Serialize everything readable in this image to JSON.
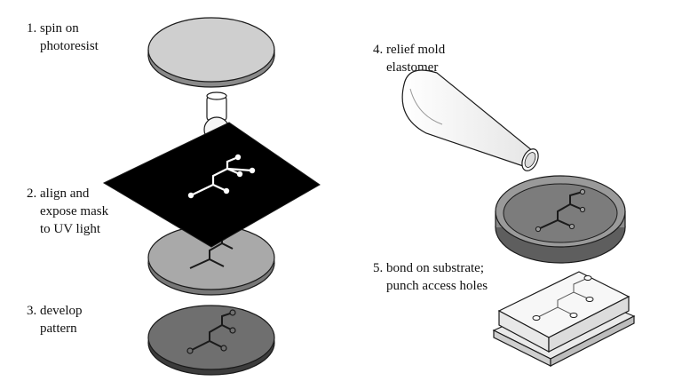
{
  "steps": [
    {
      "number": "1.",
      "text": "spin on\nphotoresist"
    },
    {
      "number": "2.",
      "text": "align and\nexpose mask\nto UV light"
    },
    {
      "number": "3.",
      "text": "develop\npattern"
    },
    {
      "number": "4.",
      "text": "relief mold\nelastomer"
    },
    {
      "number": "5.",
      "text": "bond on substrate;\npunch access holes"
    }
  ],
  "labels": {
    "step1": "1. spin on\n    photoresist",
    "step2": "2. align and\n    expose mask\n    to UV light",
    "step3": "3. develop\n    pattern",
    "step4": "4. relief mold\n    elastomer",
    "step5": "5. bond on substrate;\n    punch access holes"
  },
  "colors": {
    "wafer_light": "#cfcfcf",
    "wafer_mid": "#a9a9a9",
    "wafer_dark": "#6f6f6f",
    "mask": "#000000",
    "petri": "#7a7a7a",
    "pdms_block": "#f2f2f2",
    "outline": "#1a1a1a"
  }
}
